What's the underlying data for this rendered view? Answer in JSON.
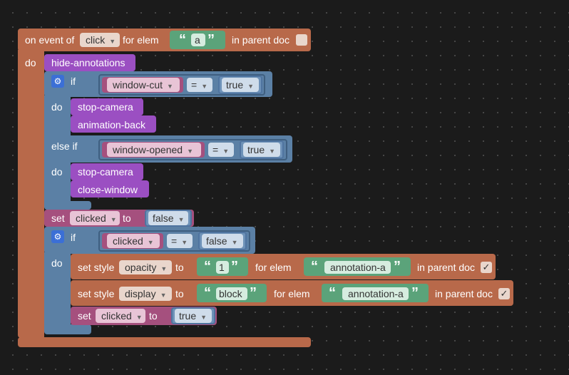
{
  "event_block": {
    "label_on_event": "on event of",
    "event_type": "click",
    "label_for_elem": "for elem",
    "elem_value": "a",
    "label_in_parent_doc": "in parent doc",
    "in_parent_doc_checked": false,
    "label_do": "do"
  },
  "hide_annotations": {
    "label": "hide-annotations"
  },
  "if_block_1": {
    "label_if": "if",
    "left_var": "window-cut",
    "operator": "=",
    "right_bool": "true",
    "label_do": "do",
    "do_items": [
      "stop-camera",
      "animation-back"
    ],
    "label_else_if": "else if",
    "elseif_var": "window-opened",
    "elseif_operator": "=",
    "elseif_bool": "true",
    "label_do_2": "do",
    "elseif_do_items": [
      "stop-camera",
      "close-window"
    ]
  },
  "set_clicked_false": {
    "label_set": "set",
    "variable": "clicked",
    "label_to": "to",
    "value": "false"
  },
  "if_block_2": {
    "label_if": "if",
    "left_var": "clicked",
    "operator": "=",
    "right_bool": "false",
    "label_do": "do"
  },
  "set_style_opacity": {
    "label_set_style": "set style",
    "property": "opacity",
    "label_to": "to",
    "value": "1",
    "label_for_elem": "for elem",
    "elem": "annotation-a",
    "label_in_parent_doc": "in parent doc",
    "check": "✓"
  },
  "set_style_display": {
    "label_set_style": "set style",
    "property": "display",
    "label_to": "to",
    "value": "block",
    "label_for_elem": "for elem",
    "elem": "annotation-a",
    "label_in_parent_doc": "in parent doc",
    "check": "✓"
  },
  "set_clicked_true": {
    "label_set": "set",
    "variable": "clicked",
    "label_to": "to",
    "value": "true"
  },
  "icons": {
    "gear": "gear-icon",
    "dropdown": "dropdown-arrow-icon",
    "check": "checkmark-icon"
  },
  "colors": {
    "event_block": "#b8694a",
    "control_block": "#5b80a5",
    "procedure_block": "#9b4fc2",
    "variable_block": "#a5507e",
    "text_block": "#5ba37a",
    "canvas": "#1b1b1b"
  }
}
